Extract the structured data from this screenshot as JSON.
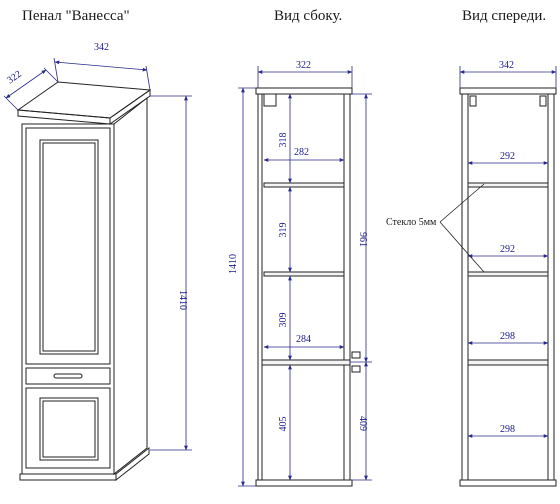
{
  "titles": {
    "main": "Пенал \"Ванесса\"",
    "side": "Вид сбоку.",
    "front": "Вид спереди."
  },
  "dimensions": {
    "iso_width": "342",
    "iso_depth": "322",
    "iso_height": "1410",
    "side_width": "322",
    "side_height": "1410",
    "side_upper": "961",
    "side_lower": "409",
    "side_shelf1_w": "282",
    "side_shelf2_w": "284",
    "side_sec1": "318",
    "side_sec2": "319",
    "side_sec3": "309",
    "side_sec4": "405",
    "front_width": "342",
    "front_shelf1": "292",
    "front_shelf2": "292",
    "front_shelf3": "298",
    "front_shelf4": "298"
  },
  "note": "Стекло 5мм",
  "colors": {
    "dimension": "#2a2a8c",
    "outline": "#222222"
  }
}
